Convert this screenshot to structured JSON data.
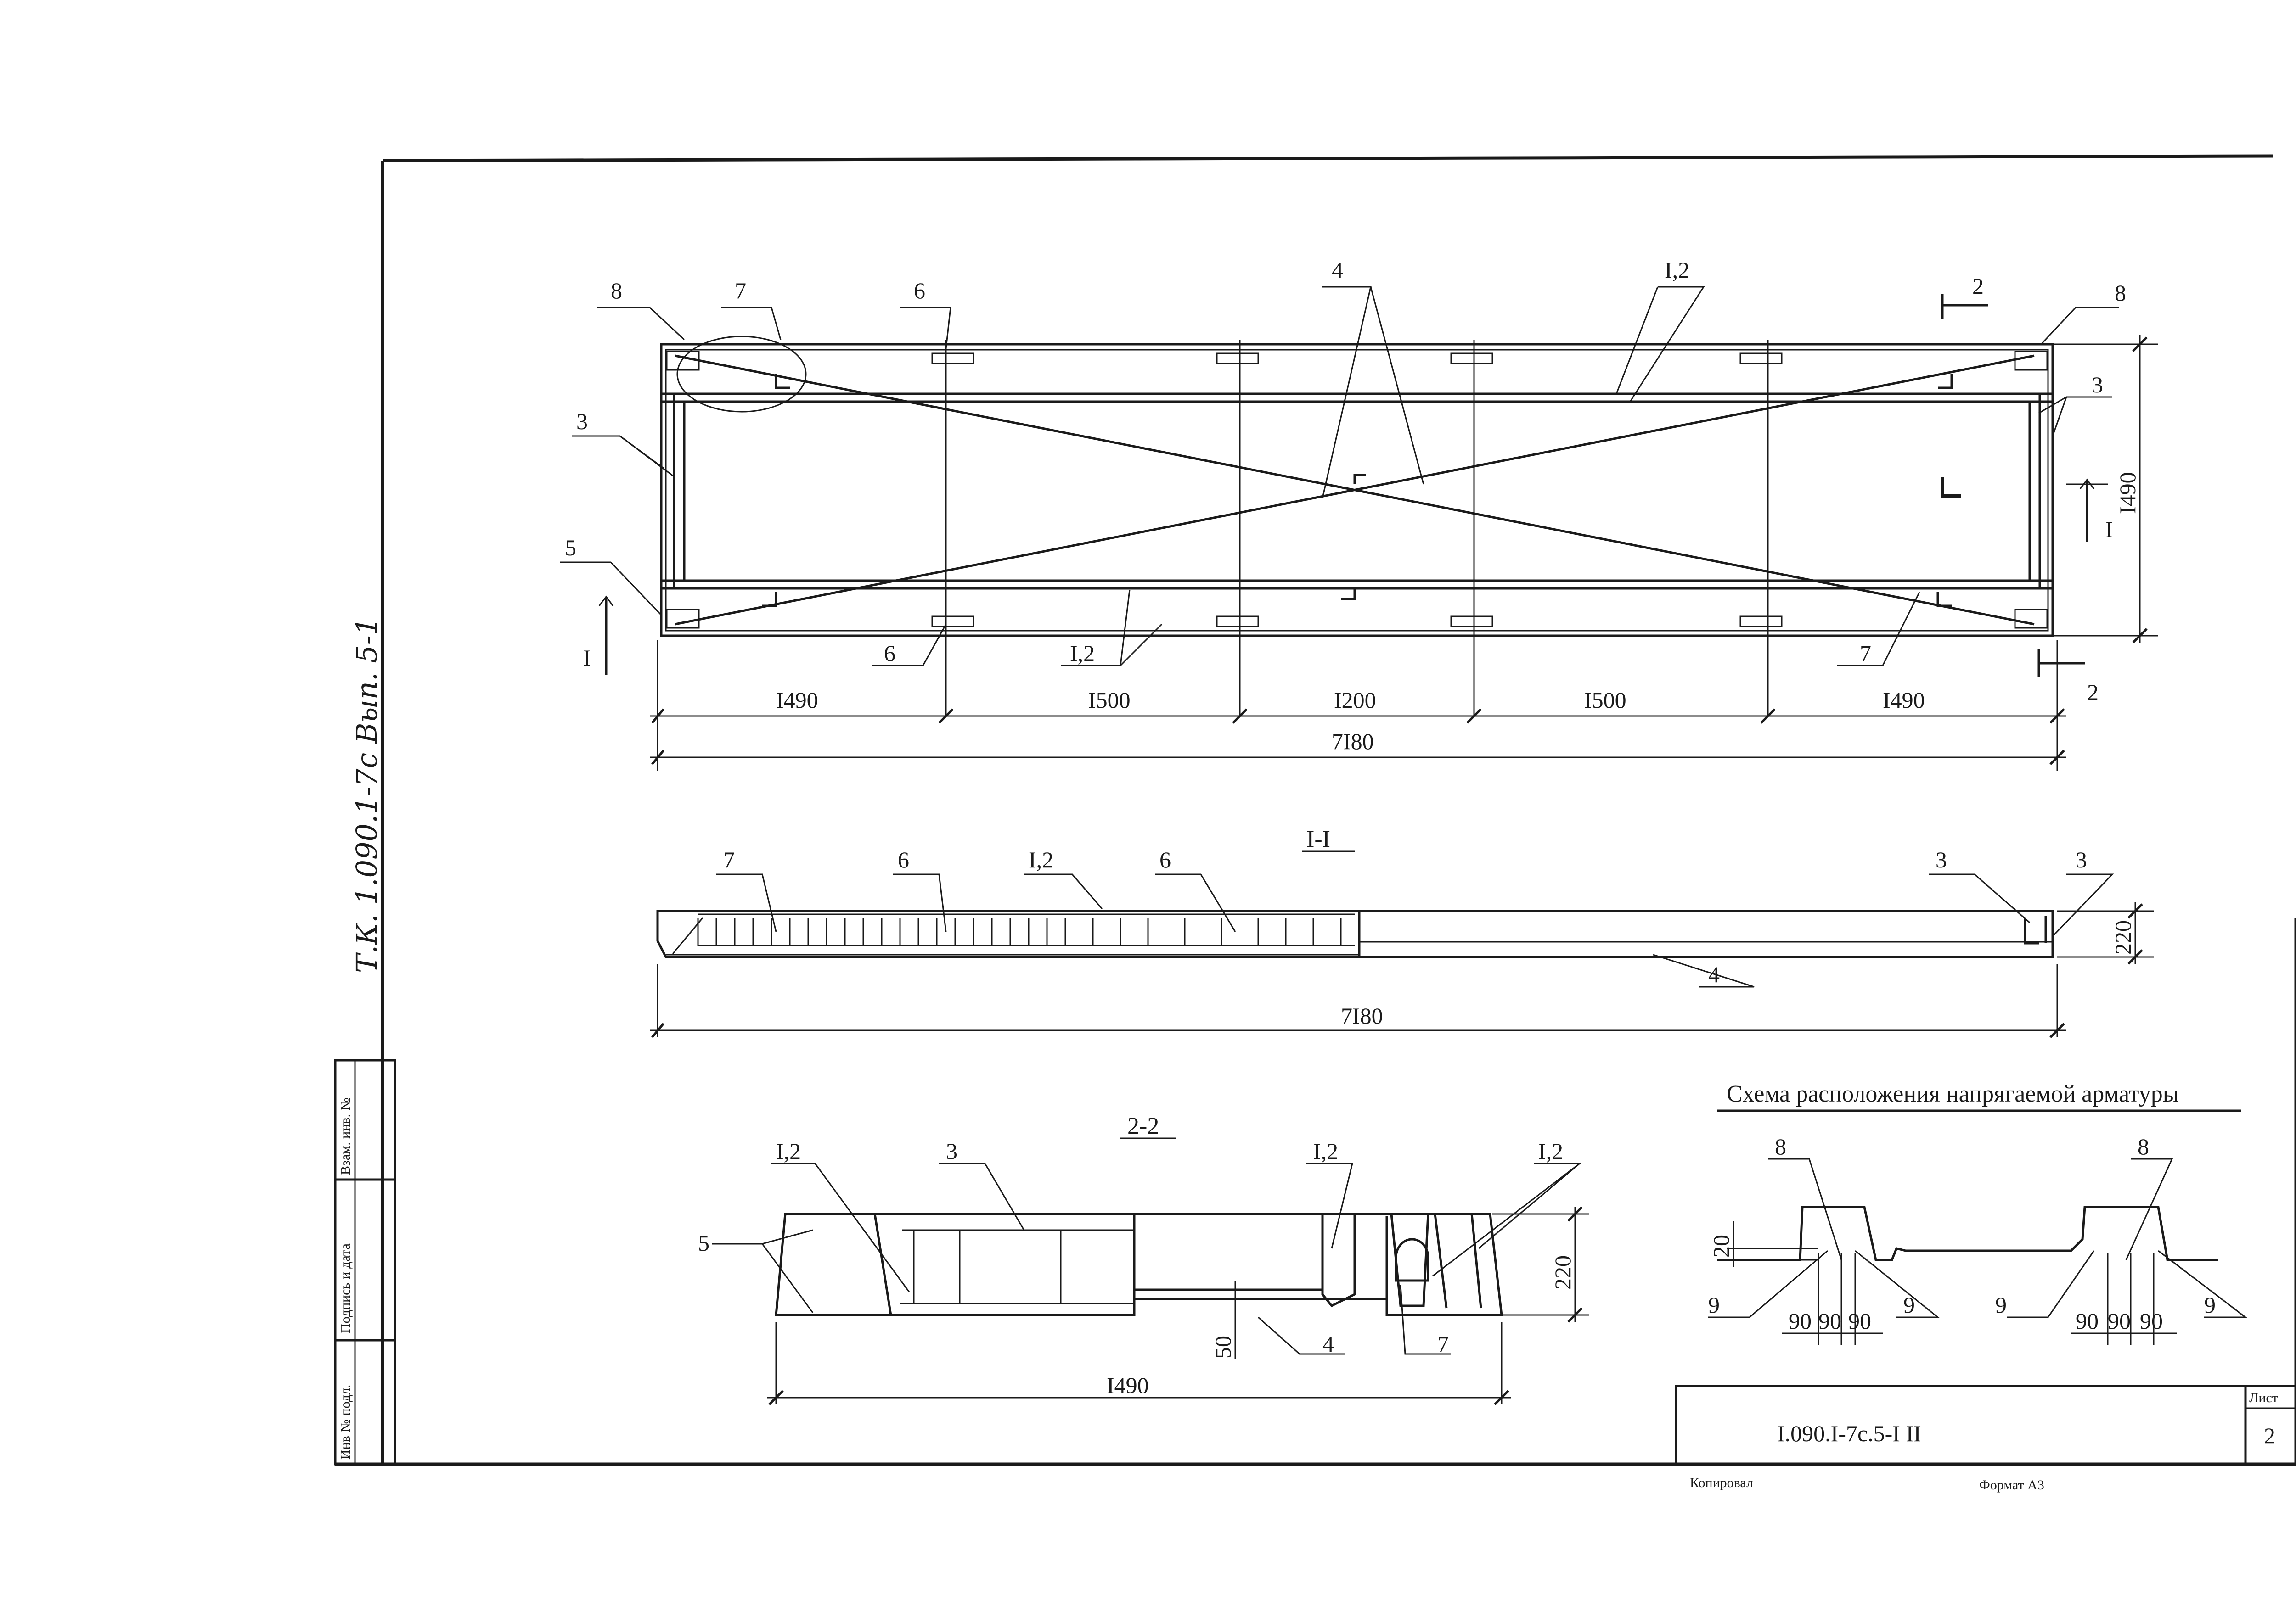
{
  "side_note": "Т.К. 1.090.1-7с Вып. 5-1",
  "plan": {
    "labels": {
      "l8": "8",
      "l7": "7",
      "l6a": "6",
      "l4": "4",
      "l12a": "I,2",
      "l2a": "2",
      "l8r": "8",
      "l3l": "3",
      "l3r": "3",
      "l5": "5",
      "l6b": "6",
      "l12b": "I,2",
      "l7r": "7",
      "l2b": "2",
      "lI_left": "I",
      "lI_right": "I"
    },
    "dims": {
      "d1": "I490",
      "d2": "I500",
      "d3": "I200",
      "d4": "I500",
      "d5": "I490",
      "total": "7I80",
      "height": "I490"
    }
  },
  "section_1": {
    "title": "I-I",
    "labels": {
      "l7": "7",
      "l6a": "6",
      "l12": "I,2",
      "l6b": "6",
      "l3a": "3",
      "l3b": "3",
      "l4": "4"
    },
    "dims": {
      "height": "220",
      "total": "7I80"
    }
  },
  "section_2": {
    "title": "2-2",
    "labels": {
      "l12a": "I,2",
      "l3": "3",
      "l12b": "I,2",
      "l12c": "I,2",
      "l5": "5",
      "l4": "4",
      "l7": "7"
    },
    "dims": {
      "height": "220",
      "bottom": "50",
      "width": "I490"
    }
  },
  "scheme": {
    "title": "Схема расположения напрягаемой арматуры",
    "labels": {
      "l8a": "8",
      "l8b": "8",
      "l9a": "9",
      "l9b": "9",
      "l9c": "9",
      "l9d": "9"
    },
    "dims": {
      "top": "20",
      "a1": "90",
      "a2": "90",
      "a3": "90",
      "b1": "90",
      "b2": "90",
      "b3": "90"
    }
  },
  "stamp": {
    "code": "I.090.I-7c.5-I II",
    "sheet_label": "Лист",
    "sheet_no": "2",
    "copied_label": "Копировал",
    "format_label": "Формат А3"
  },
  "side_table": {
    "col1": "Инв № подл.",
    "col2": "Подпись и дата",
    "col3": "Взам. инв. №"
  }
}
